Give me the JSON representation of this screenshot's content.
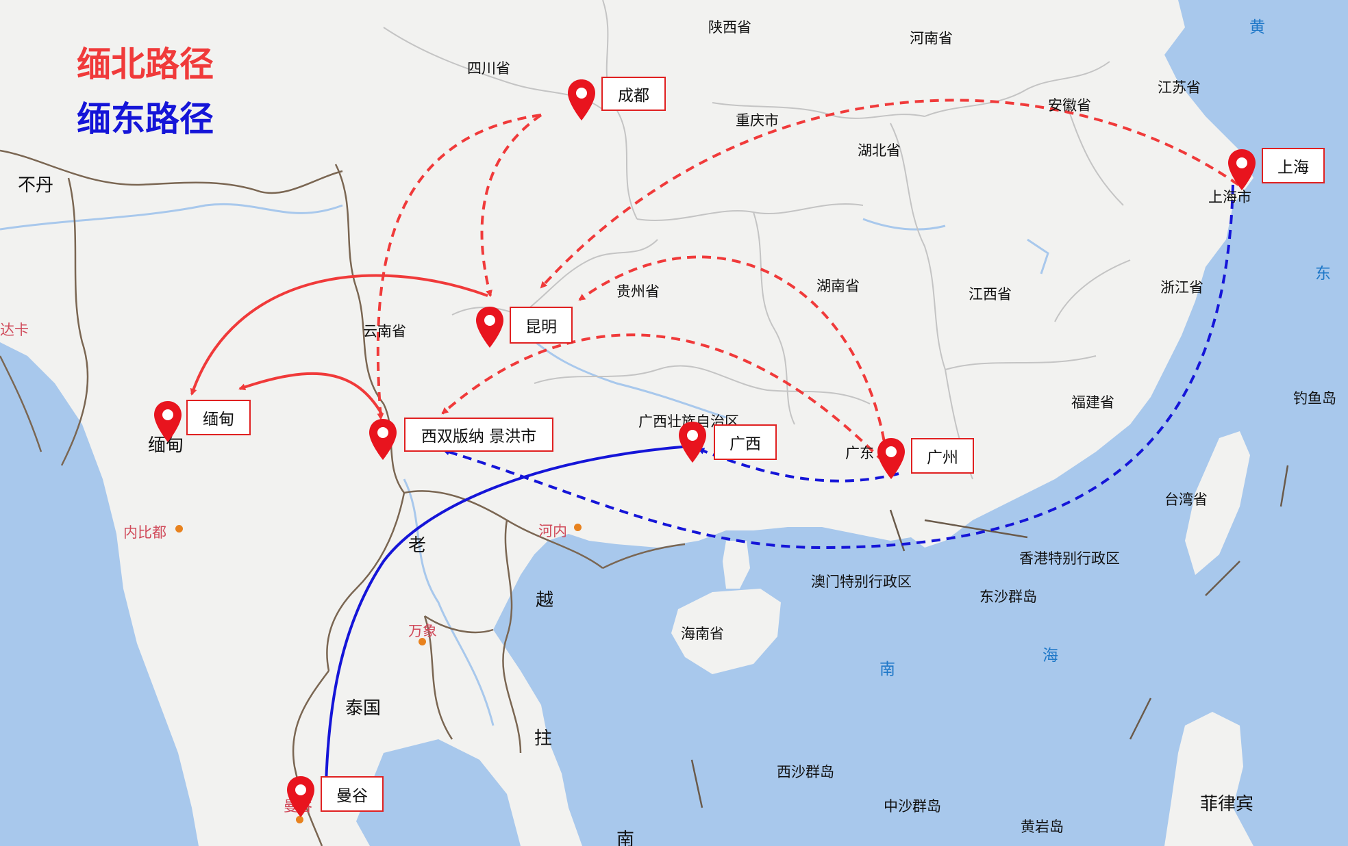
{
  "legend": {
    "north_route": "缅北路径",
    "east_route": "缅东路径",
    "north_color": "#f03a3a",
    "east_color": "#1515d8"
  },
  "colors": {
    "land": "#f2f2f0",
    "water": "#a8c8ec",
    "border": "#7a6652",
    "province_border": "#c4c4c4",
    "pin": "#e8141e"
  },
  "map_labels": {
    "shaanxi": "陕西省",
    "henan": "河南省",
    "sichuan": "四川省",
    "chongqing": "重庆市",
    "hubei": "湖北省",
    "anhui": "安徽省",
    "jiangsu": "江苏省",
    "huang_sea": "黄",
    "bhutan": "不丹",
    "dhaka": "达卡",
    "guizhou": "贵州省",
    "hunan": "湖南省",
    "jiangxi": "江西省",
    "zhejiang": "浙江省",
    "east_sea": "东",
    "yunnan": "云南省",
    "fujian": "福建省",
    "diaoyu": "钓鱼岛",
    "guangxi_region": "广西壮族自治区",
    "guangdong": "广东",
    "myanmar": "缅甸",
    "taiwan": "台湾省",
    "naypyidaw": "内比都",
    "hanoi": "河内",
    "laos": "老",
    "hongkong": "香港特别行政区",
    "macau": "澳门特别行政区",
    "vietnam": "越",
    "dongsha": "东沙群岛",
    "vientiane": "万象",
    "hainan": "海南省",
    "south": "南",
    "sea": "海",
    "thailand": "泰国",
    "cambodia": "拄",
    "xisha": "西沙群岛",
    "zhongsha": "中沙群岛",
    "huangyan": "黄岩岛",
    "philippines": "菲律宾",
    "south_bottom": "南",
    "shanghai_city": "上海市",
    "bangkok_map": "曼谷"
  },
  "cities": {
    "chengdu": "成都",
    "kunming": "昆明",
    "shanghai": "上海",
    "myanmar": "缅甸",
    "xishuangbanna": "西双版纳 景洪市",
    "guangxi": "广西",
    "guangzhou": "广州",
    "bangkok": "曼谷"
  }
}
